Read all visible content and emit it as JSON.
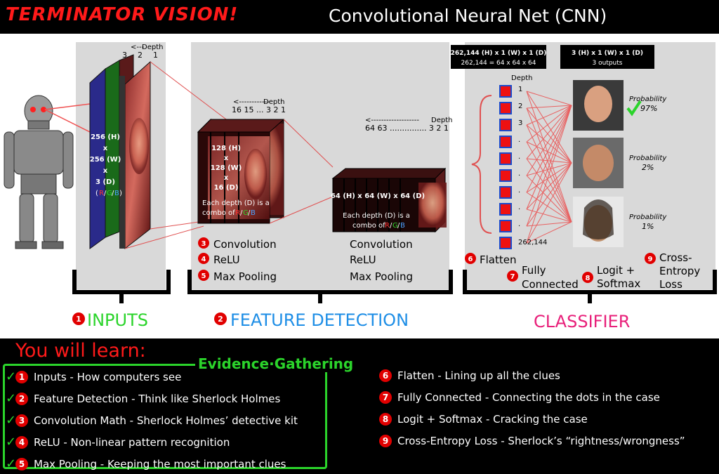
{
  "header": {
    "title_red": "TERMINATOR VISION!",
    "title_white": "Convolutional Neural Net (CNN)"
  },
  "inputs": {
    "depth_label": "Depth",
    "depth_ticks": [
      "3",
      "2",
      "1"
    ],
    "dims": [
      "256 (H)",
      "x",
      "256 (W)",
      "x",
      "3 (D)"
    ],
    "rgb_r": "R",
    "rgb_g": "G",
    "rgb_b": "B",
    "section_number": "1",
    "section_label": "INPUTS"
  },
  "feature": {
    "depth_label_1": "Depth",
    "depth_ticks_1": "16 15 ... 3  2  1",
    "dims_1": [
      "128 (H)",
      "x",
      "128 (W)",
      "x",
      "16 (D)"
    ],
    "combo_1a": "Each depth (D) is a",
    "combo_1b": "combo of",
    "depth_label_2": "Depth",
    "depth_ticks_2": "64 63 ............... 3  2  1",
    "dims_2": "64 (H) x 64 (W) x 64 (D)",
    "combo_2a": "Each depth (D) is a",
    "combo_2b": "combo of",
    "steps_left": [
      {
        "n": "3",
        "label": "Convolution"
      },
      {
        "n": "4",
        "label": "ReLU"
      },
      {
        "n": "5",
        "label": "Max Pooling"
      }
    ],
    "steps_right": [
      "Convolution",
      "ReLU",
      "Max Pooling"
    ],
    "section_number": "2",
    "section_label": "FEATURE DETECTION"
  },
  "classifier": {
    "box1_line1": "262,144 (H) x 1 (W) x 1 (D)",
    "box1_line2": "262,144 = 64 x 64 x 64",
    "box2_line1": "3 (H) x 1 (W) x 1 (D)",
    "box2_line2": "3 outputs",
    "depth_label": "Depth",
    "depth_ticks": [
      "1",
      "2",
      "3",
      ".",
      ".",
      ".",
      ".",
      ".",
      "."
    ],
    "depth_end": "262,144",
    "outputs": [
      {
        "prob_label": "Probability",
        "prob": "97%"
      },
      {
        "prob_label": "Probability",
        "prob": "2%"
      },
      {
        "prob_label": "Probability",
        "prob": "1%"
      }
    ],
    "steps": [
      {
        "n": "6",
        "label": "Flatten"
      },
      {
        "n": "7",
        "label_a": "Fully",
        "label_b": "Connected"
      },
      {
        "n": "8",
        "label_a": "Logit +",
        "label_b": "Softmax"
      },
      {
        "n": "9",
        "label_a": "Cross-",
        "label_b": "Entropy",
        "label_c": "Loss"
      }
    ],
    "section_label": "CLASSIFIER"
  },
  "learn": {
    "title": "You will learn:",
    "evidence_label": "Evidence·Gathering",
    "left_items": [
      {
        "n": "1",
        "text": "Inputs - How computers see"
      },
      {
        "n": "2",
        "text": "Feature Detection - Think like Sherlock Holmes"
      },
      {
        "n": "3",
        "text": "Convolution Math - Sherlock Holmes’ detective kit"
      },
      {
        "n": "4",
        "text": "ReLU - Non-linear pattern recognition"
      },
      {
        "n": "5",
        "text": "Max Pooling - Keeping the most important clues"
      }
    ],
    "right_items": [
      {
        "n": "6",
        "text": "Flatten - Lining up all the clues"
      },
      {
        "n": "7",
        "text": "Fully Connected - Connecting the dots in the case"
      },
      {
        "n": "8",
        "text": "Logit + Softmax - Cracking the case"
      },
      {
        "n": "9",
        "text": "Cross-Entropy Loss - Sherlock’s “rightness/wrongness”"
      }
    ]
  },
  "colors": {
    "red": "#ff1a1a",
    "green": "#2bd42b",
    "blue": "#1e8ee6",
    "pink": "#e8207a",
    "badge": "#e10000"
  }
}
